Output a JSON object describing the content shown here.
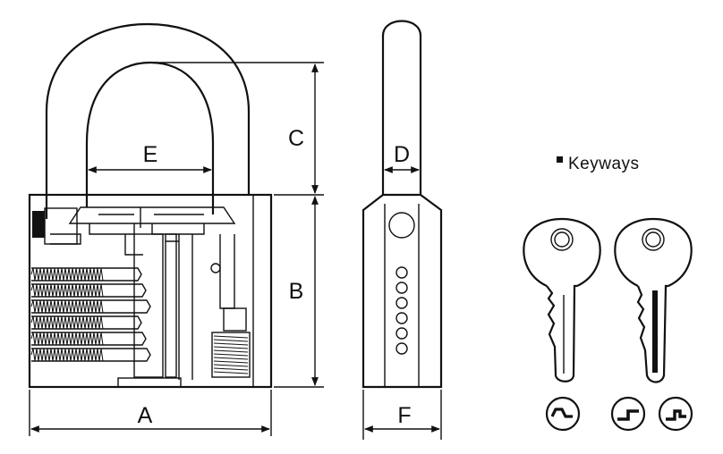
{
  "dimensions": {
    "a": "A",
    "b": "B",
    "c": "C",
    "d": "D",
    "e": "E",
    "f": "F"
  },
  "legend": {
    "marker": "▪",
    "label": "Keyways"
  },
  "keys": [
    {
      "name": "single-cut-key",
      "keyway_symbols": [
        "keyway-wave-symbol"
      ]
    },
    {
      "name": "double-cut-key",
      "keyway_symbols": [
        "keyway-step-symbol",
        "keyway-step-symbol-alt"
      ]
    }
  ],
  "colors": {
    "line": "#111111",
    "background": "#ffffff"
  }
}
